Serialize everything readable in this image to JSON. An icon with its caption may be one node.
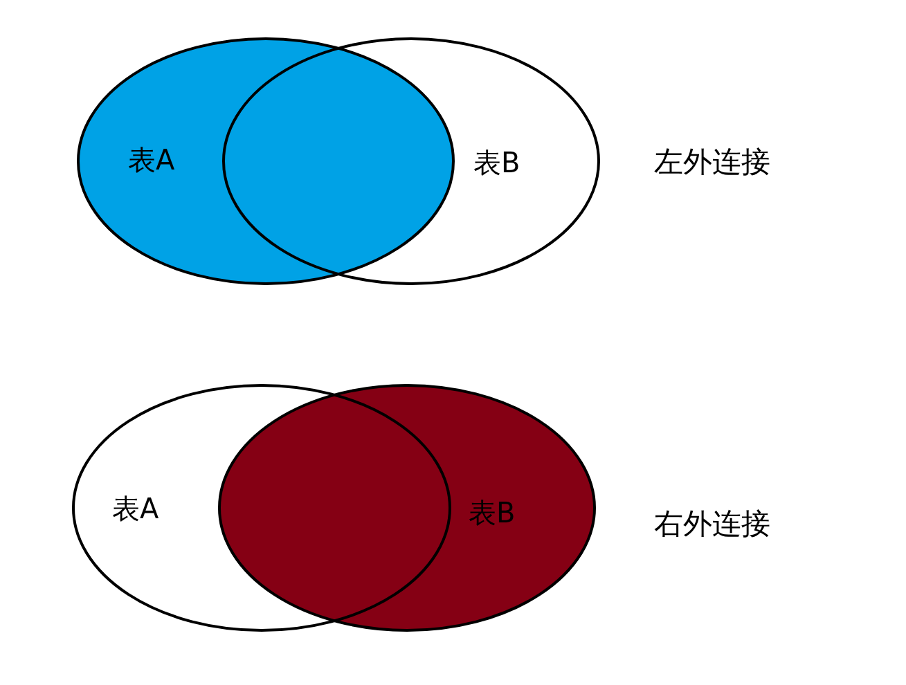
{
  "diagram": {
    "nodes": [
      {
        "text": [
          "表A"
        ]
      },
      {
        "text": [
          "表B"
        ]
      },
      {
        "text": [
          "表A"
        ]
      },
      {
        "text": [
          "表B"
        ]
      }
    ],
    "labels": [
      "左外连接",
      "右外连接"
    ]
  }
}
